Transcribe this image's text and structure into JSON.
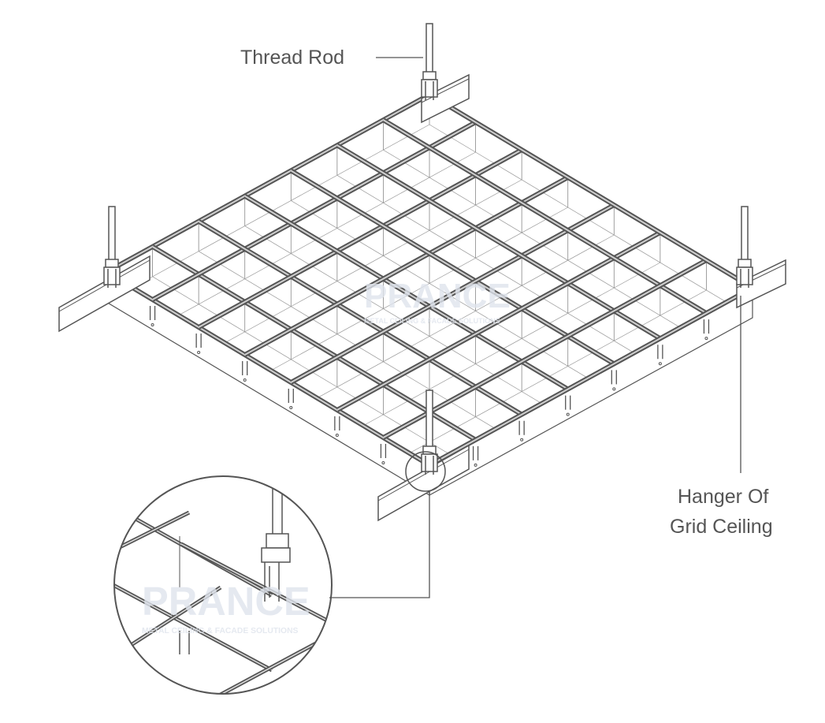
{
  "labels": {
    "thread_rod": "Thread Rod",
    "hanger_line1": "Hanger Of",
    "hanger_line2": "Grid Ceiling"
  },
  "watermark": {
    "brand": "PRANCE",
    "tagline": "METAL CEILING & FACADE SOLUTIONS"
  },
  "grid": {
    "cells_per_side": 7
  },
  "colors": {
    "line": "#555555",
    "text": "#555555",
    "watermark": "#dfe3ec"
  }
}
